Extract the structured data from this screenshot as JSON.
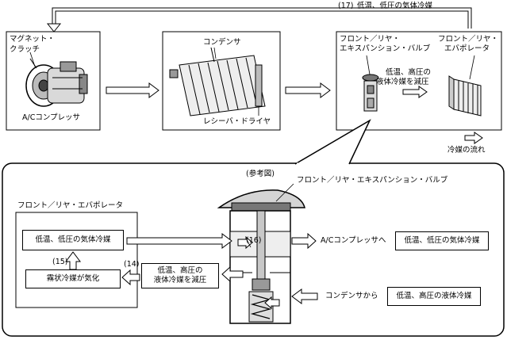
{
  "top": {
    "flow_number": "(17)",
    "flow_label": "低温、低圧の気体冷媒",
    "compressor": {
      "clutch_line1": "マグネット・",
      "clutch_line2": "クラッチ",
      "name": "A/Cコンプレッサ"
    },
    "condenser": {
      "name": "コンデンサ",
      "receiver": "レシーバ・ドライヤ"
    },
    "evap_unit": {
      "valve_line1": "フロント／リヤ・",
      "valve_line2": "エキスパンション・バルブ",
      "evap_line1": "フロント／リヤ・",
      "evap_line2": "エバポレータ",
      "refrig_line1": "低温、高圧の",
      "refrig_line2": "液体冷媒を減圧"
    },
    "flow_legend": "冷媒の流れ"
  },
  "detail": {
    "reference": "(参考図)",
    "valve_title": "フロント／リヤ・エキスパンション・バルブ",
    "evap_title": "フロント／リヤ・エバポレータ",
    "gas_box": "低温、低圧の気体冷媒",
    "n15": "(15)",
    "mist_box": "霧状冷媒が気化",
    "n14": "(14)",
    "reduce_line1": "低温、高圧の",
    "reduce_line2": "液体冷媒を減圧",
    "n16": "(16)",
    "to_compressor": "A/Cコンプレッサへ",
    "gas_box_right": "低温、低圧の気体冷媒",
    "from_condenser": "コンデンサから",
    "liquid_box": "低温、高圧の液体冷媒"
  }
}
